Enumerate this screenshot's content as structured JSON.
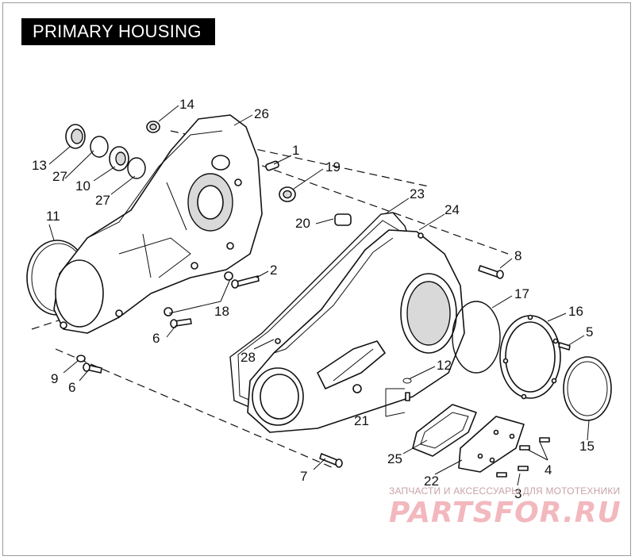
{
  "title": "PRIMARY HOUSING",
  "callouts": [
    {
      "id": "1",
      "label": "1"
    },
    {
      "id": "2",
      "label": "2"
    },
    {
      "id": "3",
      "label": "3"
    },
    {
      "id": "4",
      "label": "4"
    },
    {
      "id": "5",
      "label": "5"
    },
    {
      "id": "6a",
      "label": "6"
    },
    {
      "id": "6b",
      "label": "6"
    },
    {
      "id": "7",
      "label": "7"
    },
    {
      "id": "8",
      "label": "8"
    },
    {
      "id": "9",
      "label": "9"
    },
    {
      "id": "10",
      "label": "10"
    },
    {
      "id": "11",
      "label": "11"
    },
    {
      "id": "12",
      "label": "12"
    },
    {
      "id": "13",
      "label": "13"
    },
    {
      "id": "14",
      "label": "14"
    },
    {
      "id": "15",
      "label": "15"
    },
    {
      "id": "16",
      "label": "16"
    },
    {
      "id": "17",
      "label": "17"
    },
    {
      "id": "18",
      "label": "18"
    },
    {
      "id": "19",
      "label": "19"
    },
    {
      "id": "20",
      "label": "20"
    },
    {
      "id": "21",
      "label": "21"
    },
    {
      "id": "22",
      "label": "22"
    },
    {
      "id": "23",
      "label": "23"
    },
    {
      "id": "24",
      "label": "24"
    },
    {
      "id": "25",
      "label": "25"
    },
    {
      "id": "26",
      "label": "26"
    },
    {
      "id": "27a",
      "label": "27"
    },
    {
      "id": "27b",
      "label": "27"
    },
    {
      "id": "28",
      "label": "28"
    }
  ],
  "watermark": {
    "tagline": "ЗАПЧАСТИ И АКСЕССУАРЫ ДЛЯ МОТОТЕХНИКИ",
    "logo": "PARTSFOR.RU"
  }
}
